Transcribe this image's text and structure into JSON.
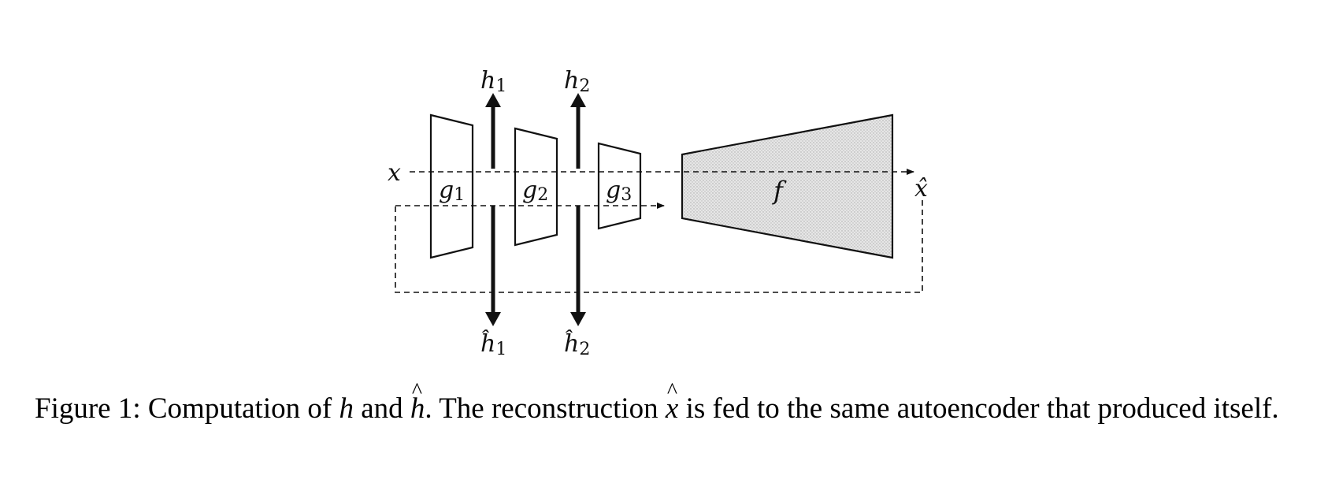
{
  "diagram": {
    "input_label": "x",
    "output_label": "x̂",
    "encoders": [
      {
        "name": "g",
        "sub": "1"
      },
      {
        "name": "g",
        "sub": "2"
      },
      {
        "name": "g",
        "sub": "3"
      }
    ],
    "decoder_label": "f",
    "h_labels": [
      {
        "name": "h",
        "sub": "1"
      },
      {
        "name": "h",
        "sub": "2"
      }
    ],
    "hhat_labels": [
      {
        "name": "ĥ",
        "sub": "1"
      },
      {
        "name": "ĥ",
        "sub": "2"
      }
    ],
    "colors": {
      "stroke": "#111111",
      "decoder_fill": "#dcdcdc"
    }
  },
  "caption": {
    "prefix": "Figure 1: Computation of ",
    "h": "h",
    "and": " and ",
    "hhat": "h",
    "mid": ". The reconstruction ",
    "xhat": "x",
    "rest": " is fed to the same autoencoder that produced itself."
  }
}
